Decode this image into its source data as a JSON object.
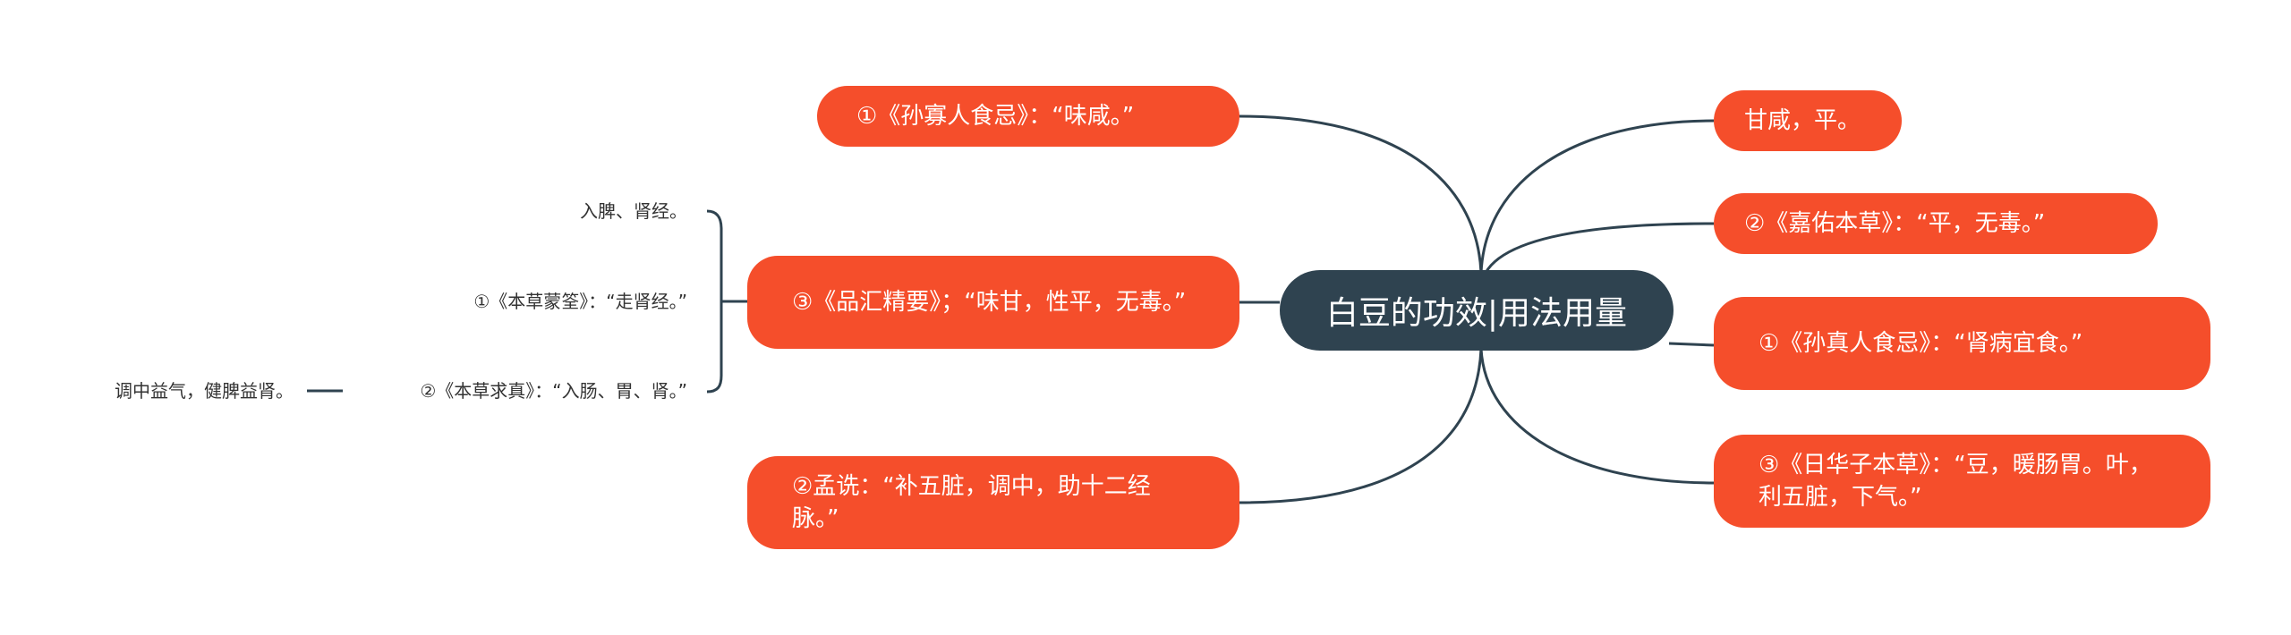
{
  "root": {
    "label": "白豆的功效|用法用量"
  },
  "left_branches": [
    {
      "label": "①《孙寡人食忌》：“味咸。”"
    },
    {
      "label": "③《品汇精要》；“味甘，性平，无毒。”"
    },
    {
      "label": "②孟诜：“补五脏，调中，助十二经脉。”"
    }
  ],
  "right_branches": [
    {
      "label": "甘咸，平。"
    },
    {
      "label": "②《嘉佑本草》：“平，无毒。”"
    },
    {
      "label": "①《孙真人食忌》：“肾病宜食。”"
    },
    {
      "label": "③《日华子本草》：“豆，暖肠胃。叶，利五脏，下气。”"
    }
  ],
  "leaves": [
    {
      "label": "入脾、肾经。"
    },
    {
      "label": "①《本草蒙筌》：“走肾经。”"
    },
    {
      "label": "②《本草求真》：“入肠、胃、肾。”"
    },
    {
      "label": "调中益气，健脾益肾。"
    }
  ],
  "colors": {
    "root_fill": "#2f4350",
    "node_fill": "#f54e2b",
    "line": "#2f4350"
  }
}
